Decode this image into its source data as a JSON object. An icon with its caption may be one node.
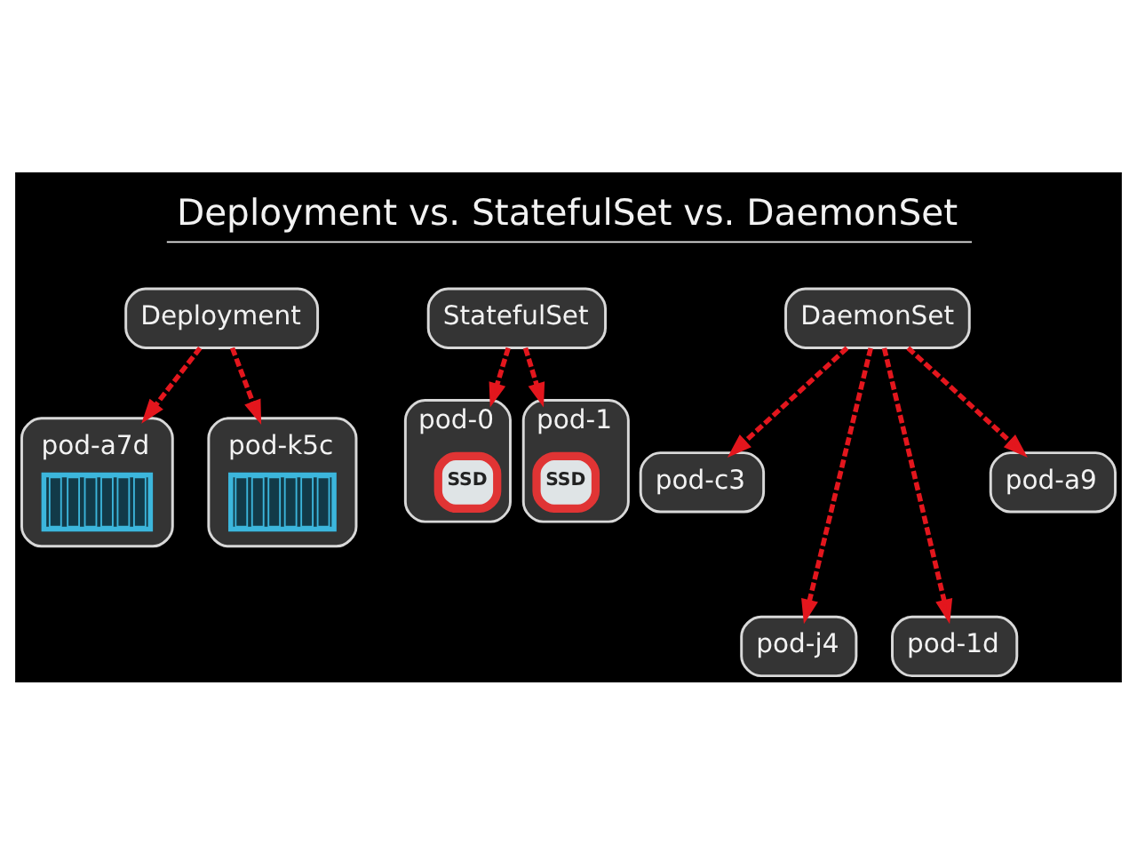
{
  "diagram": {
    "title": "Deployment vs. StatefulSet vs. DaemonSet",
    "nodes": [
      {
        "text": [
          "Deployment"
        ]
      },
      {
        "text": [
          "StatefulSet"
        ]
      },
      {
        "text": [
          "DaemonSet"
        ]
      },
      {
        "text": [
          "pod-a7d"
        ]
      },
      {
        "text": [
          "pod-k5c"
        ]
      },
      {
        "text": [
          "pod-0"
        ]
      },
      {
        "text": [
          "SSD"
        ],
        "in": 5
      },
      {
        "text": [
          "pod-1"
        ]
      },
      {
        "text": [
          "SSD"
        ],
        "in": 7
      },
      {
        "text": [
          "pod-c3"
        ]
      },
      {
        "text": [
          "pod-a9"
        ]
      },
      {
        "text": [
          "pod-j4"
        ]
      },
      {
        "text": [
          "pod-1d"
        ]
      }
    ],
    "edges": [
      {
        "from": 0,
        "to": 3,
        "arrow": "to",
        "style": "dashed"
      },
      {
        "from": 0,
        "to": 4,
        "arrow": "to",
        "style": "dashed"
      },
      {
        "from": 1,
        "to": 5,
        "arrow": "to",
        "style": "dashed"
      },
      {
        "from": 1,
        "to": 7,
        "arrow": "to",
        "style": "dashed"
      },
      {
        "from": 2,
        "to": 9,
        "arrow": "to",
        "style": "dashed"
      },
      {
        "from": 2,
        "to": 11,
        "arrow": "to",
        "style": "dashed"
      },
      {
        "from": 2,
        "to": 12,
        "arrow": "to",
        "style": "dashed"
      },
      {
        "from": 2,
        "to": 10,
        "arrow": "to",
        "style": "dashed"
      }
    ]
  }
}
